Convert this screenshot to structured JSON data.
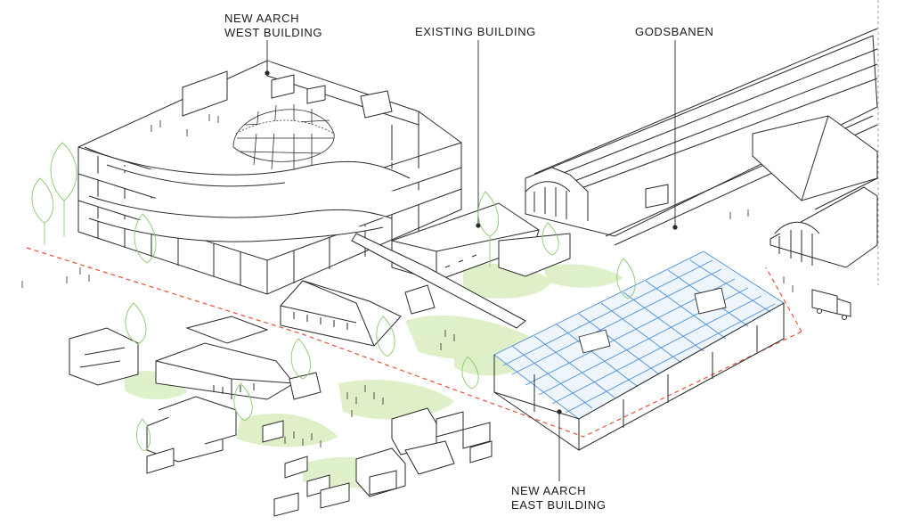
{
  "labels": {
    "west_building": {
      "line1": "NEW AARCH",
      "line2": "WEST BUILDING"
    },
    "existing_building": {
      "line1": "EXISTING BUILDING"
    },
    "godsbanen": {
      "line1": "GODSBANEN"
    },
    "east_building": {
      "line1": "NEW AARCH",
      "line2": "EAST BUILDING"
    }
  },
  "colors": {
    "line": "#2a2a2a",
    "tree": "#8cc96b",
    "ground_green": "#d6ecb8",
    "east_glass": "#4a90d9",
    "site_boundary": "#e2553b"
  }
}
